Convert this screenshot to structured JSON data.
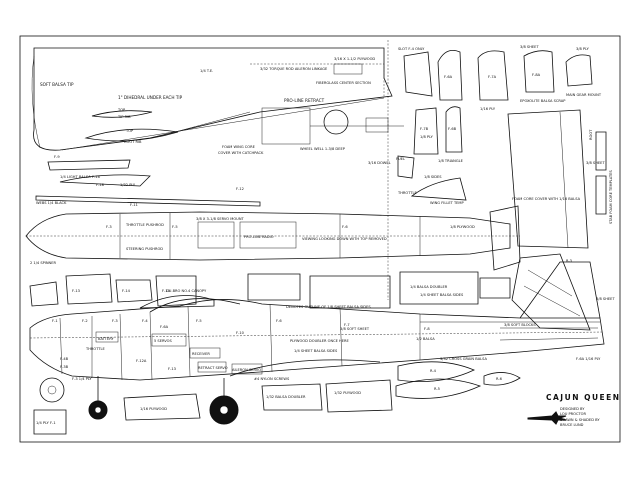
{
  "sheet": {
    "title": "CAJUN QUEEN",
    "credits": [
      "DESIGNED BY",
      "LOU PROCTOR",
      "DRAWN & SHADED BY",
      "BRUCE LUND"
    ]
  },
  "wing_labels": {
    "soft_tip": "SOFT BALSA TIP",
    "dihedral": "1\" DIHEDRAL UNDER EACH TIP",
    "top_tip_rib": "TOP",
    "tip_rib": "TIP RIB",
    "top_root": "TOP",
    "root_rib": "ROOT RIB",
    "retract": "PRO-LINE RETRACT",
    "foam_core": "FOAM WING CORE",
    "cover": "COVER WITH CATCHPACK",
    "wheel_well": "WHEEL WELL 1-3/8 DEEP",
    "torque_rod": "3/32 TORQUE ROD AILERON LINKAGE",
    "plywood_note": "3/16 X 1-1/2 PLYWOOD",
    "fiberglass": "FIBERGLASS CENTER SECTION",
    "quarter_te": "1/4 T.E."
  },
  "top_labels": {
    "slot_only": "SLOT F-4 ONLY",
    "f6a": "F-6A",
    "f6b": "F-6B",
    "f7a": "F-7A",
    "f7b": "F-7B",
    "f8a": "F-8A",
    "sheet_38": "3/8 SHEET",
    "epoxolite": "EPOXOLITE BALSA SCRAP",
    "ply_116": "1/16 PLY",
    "ply_18": "1/8 PLY",
    "ply_38": "3/8 PLY",
    "main_gear": "MAIN GEAR MOUNT",
    "triangle": "1/8 TRIANGLE",
    "dowel": "3/16 DOWEL",
    "fuel": "FUEL",
    "throttle": "THROTTLE",
    "sides": "1/8 SIDES",
    "wing_fillet": "WING FILLET TEMP",
    "foam_core_tail": "FOAM CORE COVER WITH 1/16 BALSA",
    "root": "ROOT",
    "sheet_38b": "3/8 SHEET",
    "stab_templates": "STAB FOAM CORE TEMPLATES"
  },
  "fuse_top_labels": {
    "f9": "F-9",
    "light_balsa": "1/4 LIGHT BALSA",
    "f18": "F-18",
    "f16": "F-16",
    "ply_332": "1/32 PLY",
    "f12": "F-12",
    "webs": "WEBS 1/4 BLACK",
    "f11": "F-11",
    "throttle_pushrod": "THROTTLE PUSHROD",
    "steering": "STEERING PUSHROD",
    "spinner": "2 1/4 SPINNER",
    "servo_mount": "3/8 X 3-1/8 SERVO MOUNT",
    "radio": "PRO-LINE RADIO",
    "viewing": "VIEWING LOOKING DOWN WITH TOP REMOVED",
    "plywood": "1/8 PLYWOOD",
    "f3": "F-3",
    "f5": "F-5",
    "f6": "F-6",
    "balsa": "1/4 BALSA DOUBLER",
    "f13": "F-13",
    "f10": "F-10",
    "f14": "F-14",
    "sheet_sides": "1/4 SHEET BALSA SIDES"
  },
  "side_labels": {
    "canopy": "DU-BRO NO.4 CANOPY",
    "denotes": "DENOTES OUTLINE OF 1/8 SHEET BALSA SIDES",
    "f1": "F-1",
    "f2": "F-2",
    "f3": "F-3",
    "f4": "F-4",
    "f5": "F-5",
    "f6": "F-6",
    "f6a": "F-6A",
    "f7": "F-7",
    "f8": "F-8",
    "battery": "BATTERY",
    "receiver": "RECEIVER",
    "servo": "5 SERVOS",
    "retract_servo": "RETRACT SERVO",
    "aileron_servo": "AILERON SERVO",
    "throttle": "THROTTLE",
    "soft_sheet": "3/8 SOFT SHEET",
    "soft_blocks": "3/8 SOFT BLOCKS",
    "half_balsa": "1/2 BALSA",
    "plywood_doubler": "PLYWOOD DOUBLER ONCE HERE",
    "sheet_sides": "1/4 SHEET BALSA SIDES",
    "cross_grain": "3/32 CROSS GRAIN BALSA",
    "nylon_screws": "#4 NYLON SCREWS",
    "f3_ply": "F-3 1/4 PLY",
    "f1_ply": "1/4 PLY F-1",
    "ply_116_block": "1/16 PLYWOOD",
    "balsa_doubler": "1/32 BALSA DOUBLER",
    "plywood_small": "1/32 PLYWOOD",
    "f10": "F-10",
    "f12a": "F-12A",
    "f13": "F-13",
    "r3": "R-3",
    "r4": "R-4",
    "r5": "R-5",
    "r6": "R-6",
    "sheet_38": "3/8 SHEET",
    "f6a_ply": "F-6A 1/16 PLY",
    "f4b": "F-4B",
    "f3b": "F-3B"
  }
}
